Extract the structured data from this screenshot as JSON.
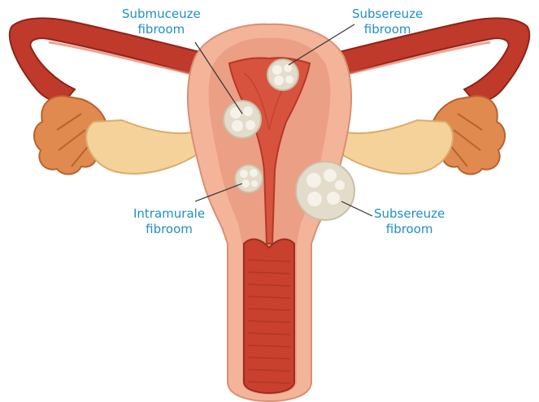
{
  "labels": {
    "submucous": {
      "line1": "Submuceuze",
      "line2": "fibroom"
    },
    "subserous_top": {
      "line1": "Subsereuze",
      "line2": "fibroom"
    },
    "intramural": {
      "line1": "Intramurale",
      "line2": "fibroom"
    },
    "subserous_right": {
      "line1": "Subsereuze",
      "line2": "fibroom"
    }
  },
  "colors": {
    "label": "#1f8fc6",
    "tube": "#bf3a2b",
    "tube_dark": "#8e2319",
    "uterus_outer": "#f3b49a",
    "uterus_wall": "#eb9f84",
    "cavity": "#d8533e",
    "cavity_dark": "#b43827",
    "ovary": "#f5d29a",
    "fimbriae": "#e08a50",
    "fibroid": "#f1ece0",
    "fibroid_rim": "#e4dccb",
    "leader": "#333333"
  }
}
